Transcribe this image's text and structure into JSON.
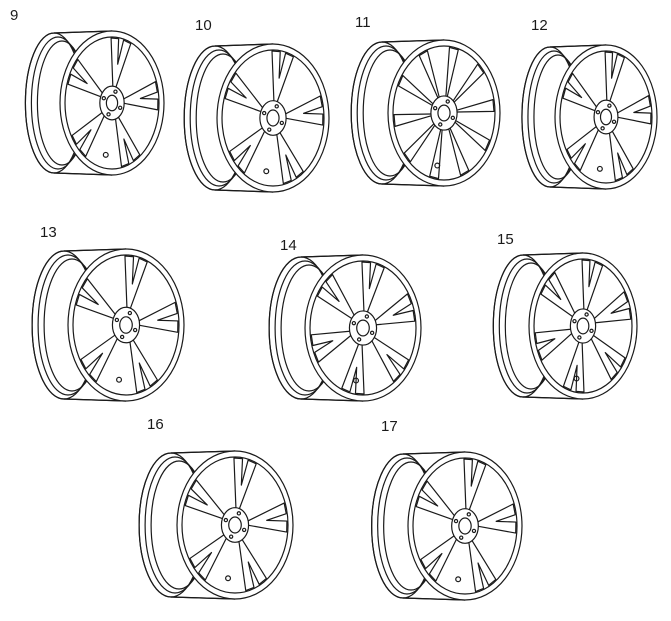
{
  "diagram": {
    "line_color": "#1a1a1a",
    "fill_color": "#ffffff",
    "wheels": [
      {
        "label": "9",
        "spokes": 5,
        "split": true
      },
      {
        "label": "10",
        "spokes": 5,
        "split": true
      },
      {
        "label": "11",
        "spokes": 10,
        "split": false
      },
      {
        "label": "12",
        "spokes": 5,
        "split": true
      },
      {
        "label": "13",
        "spokes": 5,
        "split": true
      },
      {
        "label": "14",
        "spokes": 6,
        "split": true
      },
      {
        "label": "15",
        "spokes": 6,
        "split": true
      },
      {
        "label": "16",
        "spokes": 5,
        "split": true
      },
      {
        "label": "17",
        "spokes": 5,
        "split": true
      }
    ]
  }
}
